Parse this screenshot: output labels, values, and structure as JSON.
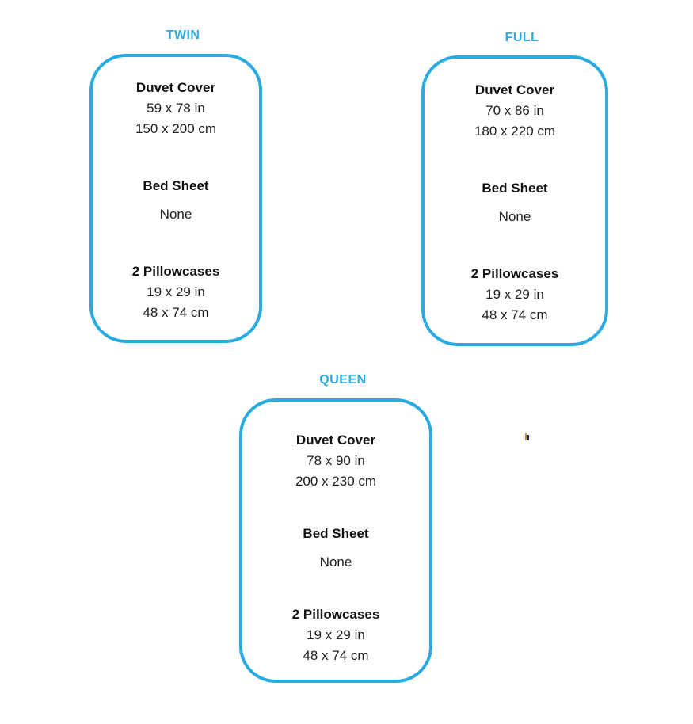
{
  "page": {
    "background": "#ffffff",
    "accent_color": "#29ABE2",
    "text_color": "#1d1d1d"
  },
  "cards": [
    {
      "title": "TWIN",
      "sections": [
        {
          "heading": "Duvet Cover",
          "lines": [
            "59 x 78 in",
            "150 x 200 cm"
          ]
        },
        {
          "heading": "Bed Sheet",
          "lines": [
            "None"
          ]
        },
        {
          "heading": "2 Pillowcases",
          "lines": [
            "19 x 29 in",
            "48 x 74 cm"
          ]
        }
      ]
    },
    {
      "title": "FULL",
      "sections": [
        {
          "heading": "Duvet Cover",
          "lines": [
            "70 x 86 in",
            "180 x 220 cm"
          ]
        },
        {
          "heading": "Bed Sheet",
          "lines": [
            "None"
          ]
        },
        {
          "heading": "2 Pillowcases",
          "lines": [
            "19 x 29 in",
            "48 x 74 cm"
          ]
        }
      ]
    },
    {
      "title": "QUEEN",
      "sections": [
        {
          "heading": "Duvet Cover",
          "lines": [
            "78 x 90 in",
            "200 x 230 cm"
          ]
        },
        {
          "heading": "Bed Sheet",
          "lines": [
            "None"
          ]
        },
        {
          "heading": "2 Pillowcases",
          "lines": [
            "19 x 29 in",
            "48 x 74 cm"
          ]
        }
      ]
    }
  ]
}
